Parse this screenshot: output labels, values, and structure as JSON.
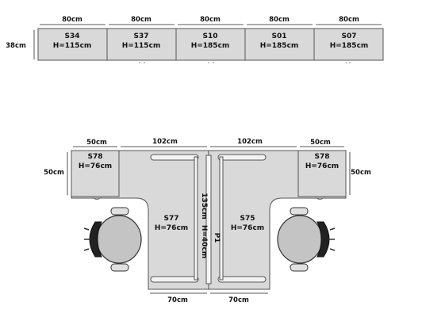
{
  "top_row": {
    "height_label": "38cm",
    "units": [
      {
        "width_label": "80cm",
        "code": "S34",
        "height": "H=115cm"
      },
      {
        "width_label": "80cm",
        "code": "S37",
        "height": "H=115cm"
      },
      {
        "width_label": "80cm",
        "code": "S10",
        "height": "H=185cm"
      },
      {
        "width_label": "80cm",
        "code": "S01",
        "height": "H=185cm"
      },
      {
        "width_label": "80cm",
        "code": "S07",
        "height": "H=185cm"
      }
    ]
  },
  "bottom": {
    "left_top_width": "50cm",
    "left_mid_width": "102cm",
    "right_mid_width": "102cm",
    "right_top_width": "50cm",
    "left_side_height": "50cm",
    "right_side_height": "50cm",
    "left_bottom_width": "70cm",
    "right_bottom_width": "70cm",
    "left_return": {
      "code": "S78",
      "height": "H=76cm"
    },
    "right_return": {
      "code": "S78",
      "height": "H=76cm"
    },
    "left_desk": {
      "code": "S77",
      "height": "H=76cm"
    },
    "right_desk": {
      "code": "S75",
      "height": "H=76cm"
    },
    "panel": {
      "length": "135cm",
      "height": "H=40cm",
      "code": "P1"
    }
  },
  "colors": {
    "desk_fill": "#d9d9d9",
    "outline": "#555555",
    "chair_fill": "#bdbdbd",
    "chair_dark": "#222222"
  }
}
